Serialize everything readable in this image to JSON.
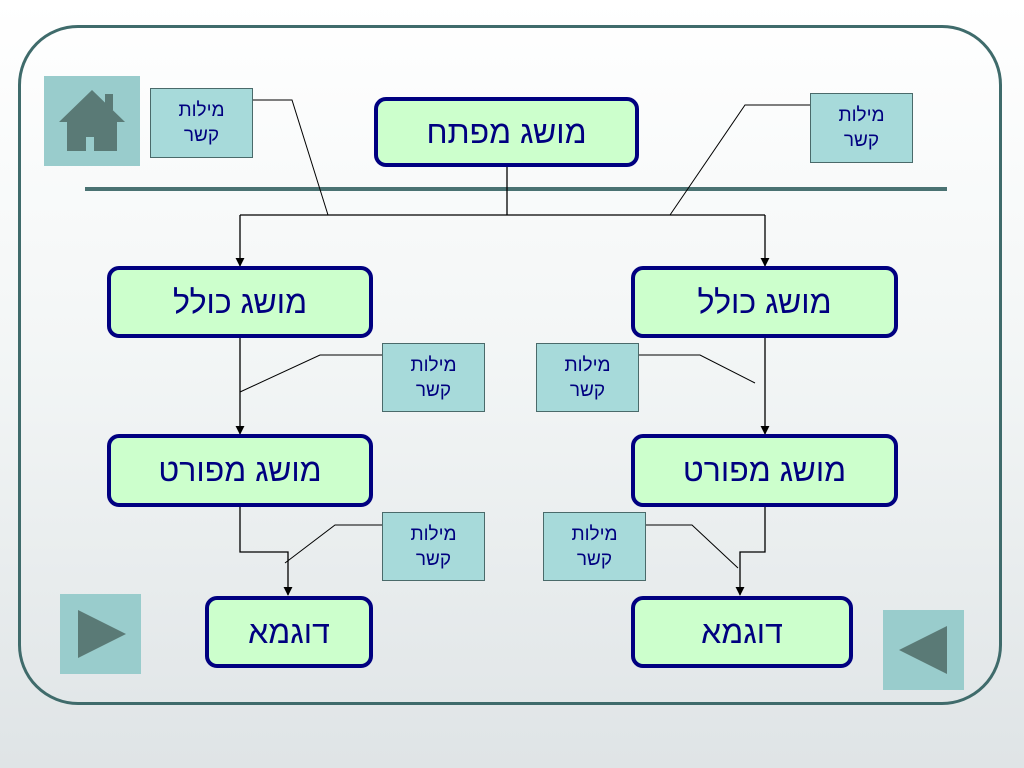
{
  "nodes": {
    "key": "מושג מפתח",
    "general_left": "מושג כולל",
    "general_right": "מושג כולל",
    "detailed_left": "מושג מפורט",
    "detailed_right": "מושג מפורט",
    "example_left": "דוגמא",
    "example_right": "דוגמא"
  },
  "link_words": [
    {
      "line1": "מילות",
      "line2": "קשר"
    },
    {
      "line1": "מילות",
      "line2": "קשר"
    },
    {
      "line1": "מילות",
      "line2": "קשר"
    },
    {
      "line1": "מילות",
      "line2": "קשר"
    },
    {
      "line1": "מילות",
      "line2": "קשר"
    },
    {
      "line1": "מילות",
      "line2": "קשר"
    }
  ],
  "colors": {
    "node_fill": "#ccffcc",
    "node_border": "#000080",
    "link_box_fill": "#a7dada",
    "frame": "#3f6b6b",
    "nav_button": "#99cccc",
    "nav_icon": "#5a7a76"
  },
  "nav": {
    "home_icon": "house-icon",
    "forward_icon": "play-right-icon",
    "back_icon": "play-left-icon"
  }
}
